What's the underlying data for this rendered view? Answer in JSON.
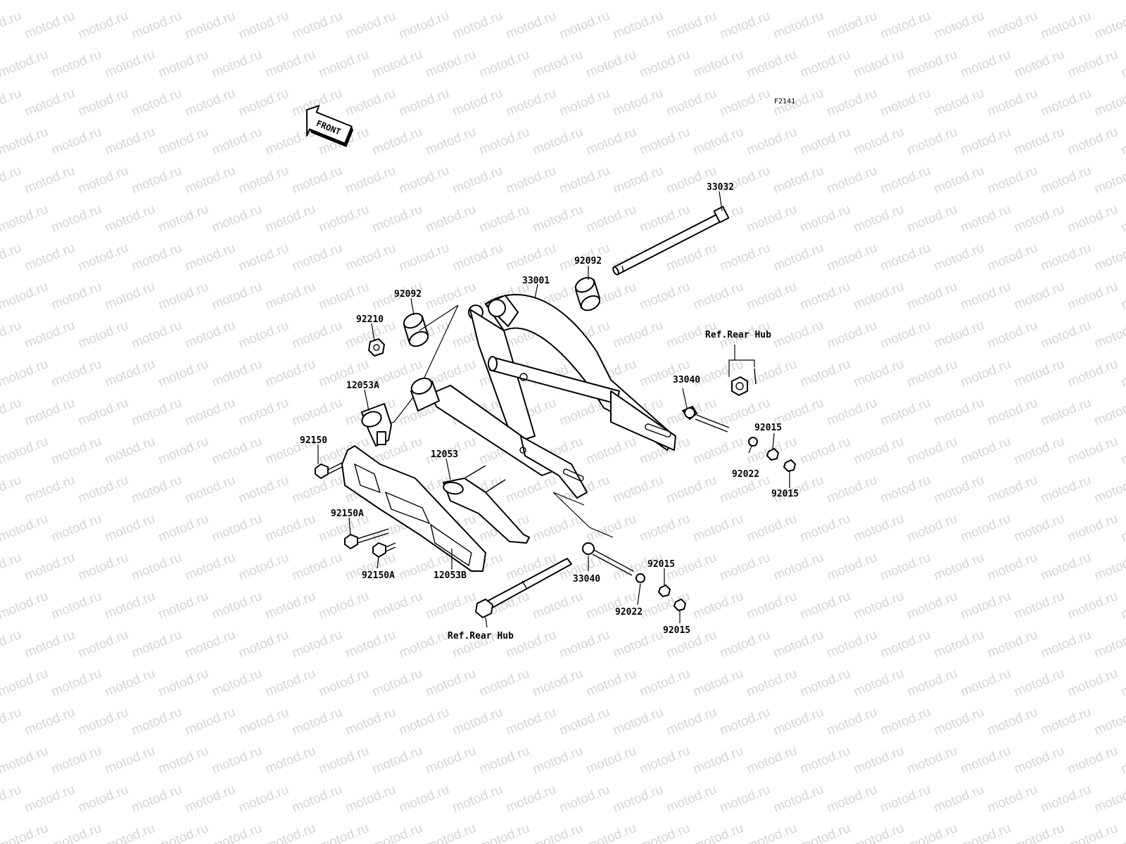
{
  "diagram_code": "F2141",
  "front_label": "FRONT",
  "watermark": "motod.ru",
  "labels": {
    "p33032": "33032",
    "p33001": "33001",
    "p92092_right": "92092",
    "p92092_left": "92092",
    "p92210": "92210",
    "p12053A": "12053A",
    "p92150": "92150",
    "p12053": "12053",
    "p92150A_upper": "92150A",
    "p92150A_lower": "92150A",
    "p12053B": "12053B",
    "p33040_upper": "33040",
    "p33040_lower": "33040",
    "ref_rear_hub_upper": "Ref.Rear Hub",
    "ref_rear_hub_lower": "Ref.Rear Hub",
    "p92015_a": "92015",
    "p92015_b": "92015",
    "p92015_c": "92015",
    "p92015_d": "92015",
    "p92022_upper": "92022",
    "p92022_lower": "92022"
  }
}
